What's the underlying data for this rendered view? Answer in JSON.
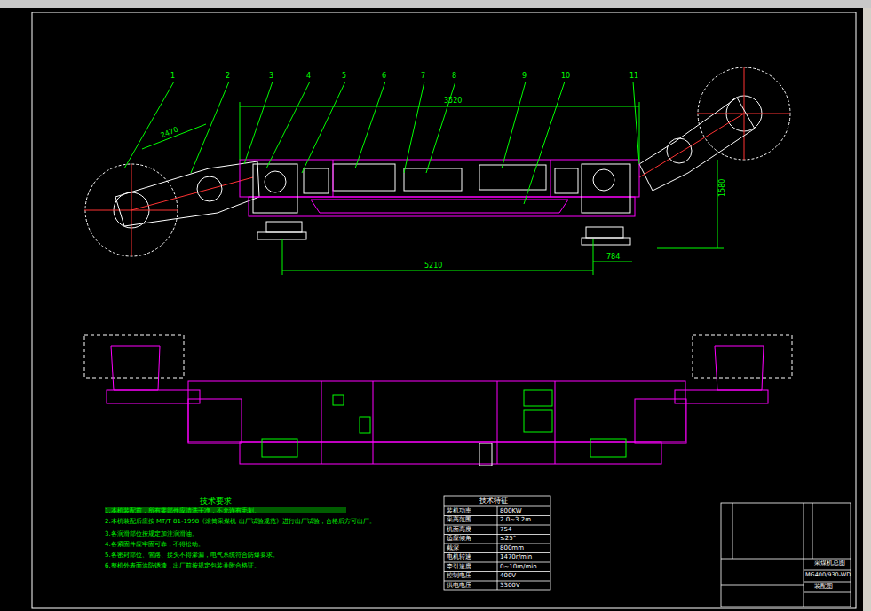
{
  "diagram": {
    "labels": [
      "1",
      "2",
      "3",
      "4",
      "5",
      "6",
      "7",
      "8",
      "9",
      "10",
      "11",
      "3520",
      "2470",
      "1580",
      "5210",
      "784",
      "技术要求",
      "1.本机装配前，所有零部件应清洗干净，不允许有毛刺。",
      "2.本机装配后应按 MT/T 81-1998《滚筒采煤机 出厂试验规范》进行出厂试验，合格后方可出厂。",
      "3.各润滑部位按规定加注润滑油。",
      "4.各紧固件应牢固可靠，不得松动。",
      "5.各密封部位、管路、接头不得渗漏，电气系统符合防爆要求。",
      "6.整机外表面涂防锈漆，出厂前按规定包装并附合格证。",
      "技术特征",
      "装机功率",
      "800KW",
      "采高范围",
      "2.0~3.2m",
      "机面高度",
      "754",
      "适应倾角",
      "≤25°",
      "截深",
      "800mm",
      "电机转速",
      "1470r/min",
      "牵引速度",
      "0~10m/min",
      "控制电压",
      "400V",
      "供电电压",
      "3300V",
      "采煤机总图",
      "MG400/930-WD",
      "装配图"
    ]
  }
}
